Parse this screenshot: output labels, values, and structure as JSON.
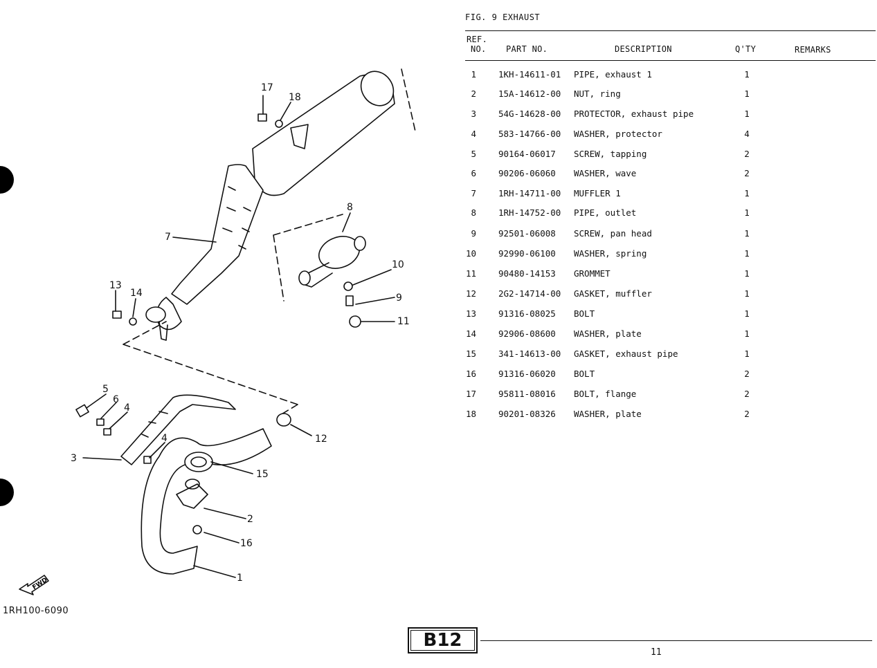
{
  "figure": {
    "title": "FIG.  9  EXHAUST"
  },
  "table": {
    "headers": {
      "ref_line1": "REF.",
      "ref_line2": "NO.",
      "part_no": "PART NO.",
      "description": "DESCRIPTION",
      "qty": "Q'TY",
      "remarks": "REMARKS"
    },
    "rows": [
      {
        "ref": "1",
        "part": "1KH-14611-01",
        "desc": "PIPE, exhaust 1",
        "qty": "1"
      },
      {
        "ref": "2",
        "part": "15A-14612-00",
        "desc": "NUT, ring",
        "qty": "1"
      },
      {
        "ref": "3",
        "part": "54G-14628-00",
        "desc": "PROTECTOR, exhaust pipe",
        "qty": "1"
      },
      {
        "ref": "4",
        "part": "583-14766-00",
        "desc": "WASHER, protector",
        "qty": "4"
      },
      {
        "ref": "5",
        "part": "90164-06017",
        "desc": "SCREW, tapping",
        "qty": "2"
      },
      {
        "ref": "6",
        "part": "90206-06060",
        "desc": "WASHER, wave",
        "qty": "2"
      },
      {
        "ref": "7",
        "part": "1RH-14711-00",
        "desc": "MUFFLER 1",
        "qty": "1"
      },
      {
        "ref": "8",
        "part": "1RH-14752-00",
        "desc": "PIPE, outlet",
        "qty": "1"
      },
      {
        "ref": "9",
        "part": "92501-06008",
        "desc": "SCREW, pan head",
        "qty": "1"
      },
      {
        "ref": "10",
        "part": "92990-06100",
        "desc": "WASHER, spring",
        "qty": "1"
      },
      {
        "ref": "11",
        "part": "90480-14153",
        "desc": "GROMMET",
        "qty": "1"
      },
      {
        "ref": "12",
        "part": "2G2-14714-00",
        "desc": "GASKET, muffler",
        "qty": "1"
      },
      {
        "ref": "13",
        "part": "91316-08025",
        "desc": "BOLT",
        "qty": "1"
      },
      {
        "ref": "14",
        "part": "92906-08600",
        "desc": "WASHER, plate",
        "qty": "1"
      },
      {
        "ref": "15",
        "part": "341-14613-00",
        "desc": "GASKET, exhaust pipe",
        "qty": "1"
      },
      {
        "ref": "16",
        "part": "91316-06020",
        "desc": "BOLT",
        "qty": "2"
      },
      {
        "ref": "17",
        "part": "95811-08016",
        "desc": "BOLT, flange",
        "qty": "2"
      },
      {
        "ref": "18",
        "part": "90201-08326",
        "desc": "WASHER, plate",
        "qty": "2"
      }
    ]
  },
  "diagram": {
    "catalog_code": "1RH100-6090",
    "fwd_label": "FWD",
    "callouts": [
      "17",
      "18",
      "8",
      "7",
      "10",
      "9",
      "11",
      "13",
      "14",
      "5",
      "6",
      "4",
      "4",
      "12",
      "3",
      "15",
      "2",
      "16",
      "1"
    ]
  },
  "footer": {
    "page_code": "B12",
    "page_number": "11"
  }
}
